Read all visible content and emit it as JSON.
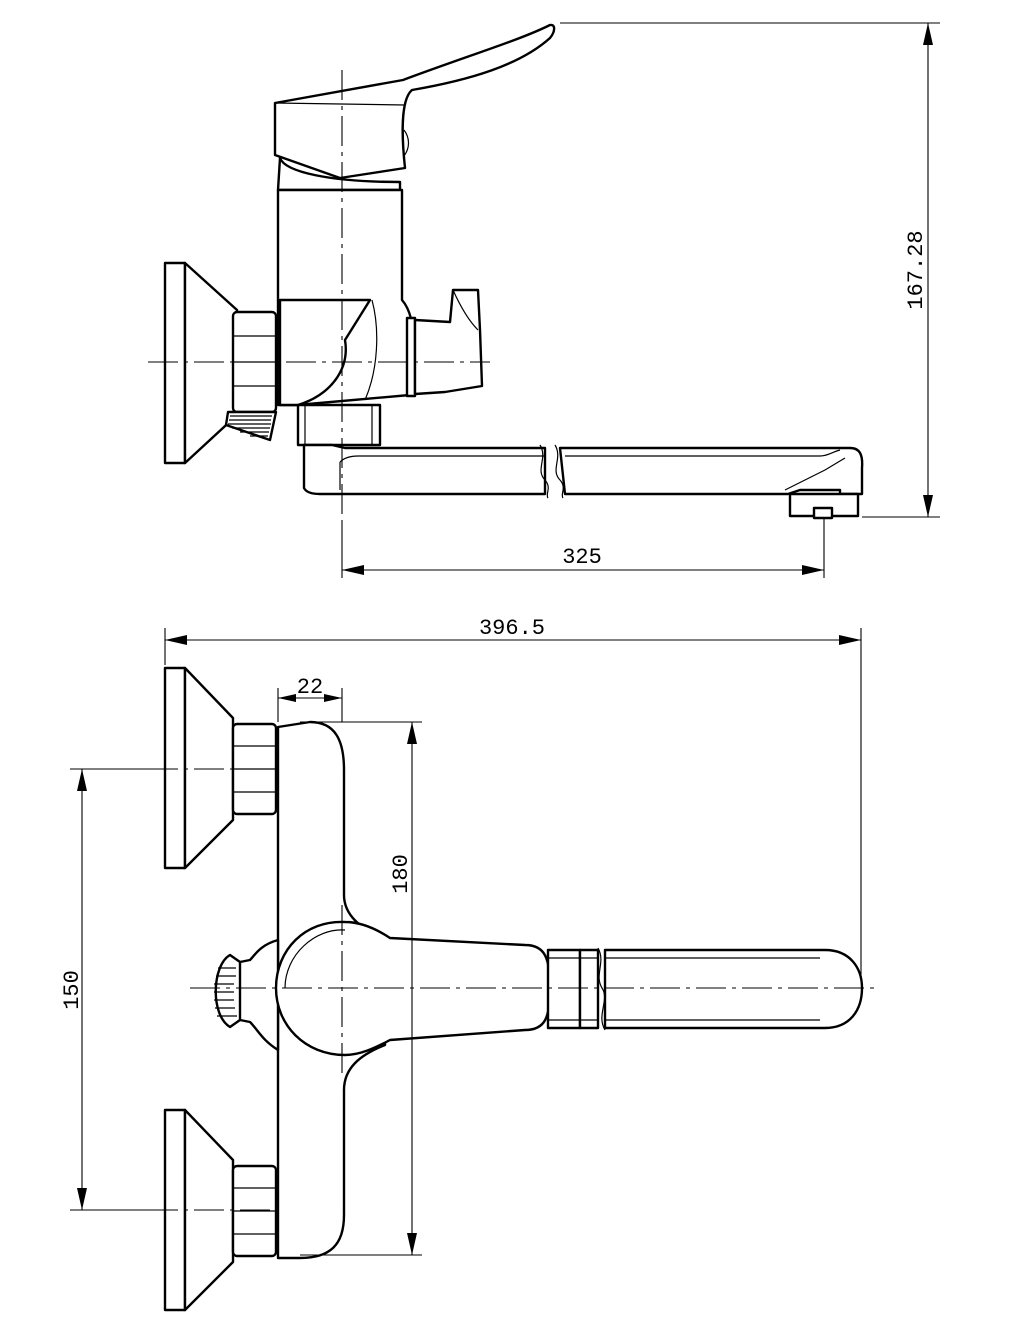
{
  "dimensions": {
    "height_total": "167.28",
    "spout_reach": "325",
    "overall_length": "396.5",
    "body_offset": "22",
    "body_height": "180",
    "inlet_spacing": "150"
  }
}
